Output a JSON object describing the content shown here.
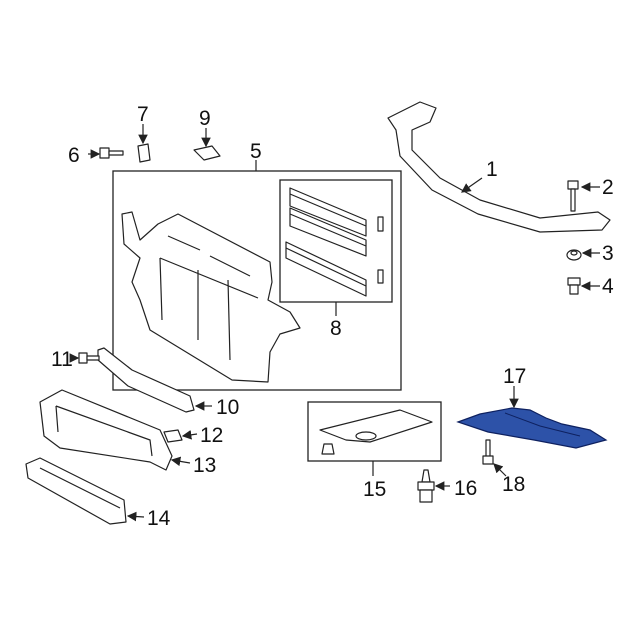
{
  "diagram": {
    "highlight_color": "#2d52a8",
    "callouts": [
      {
        "id": "1",
        "label": "1"
      },
      {
        "id": "2",
        "label": "2"
      },
      {
        "id": "3",
        "label": "3"
      },
      {
        "id": "4",
        "label": "4"
      },
      {
        "id": "5",
        "label": "5"
      },
      {
        "id": "6",
        "label": "6"
      },
      {
        "id": "7",
        "label": "7"
      },
      {
        "id": "8",
        "label": "8"
      },
      {
        "id": "9",
        "label": "9"
      },
      {
        "id": "10",
        "label": "10"
      },
      {
        "id": "11",
        "label": "11"
      },
      {
        "id": "12",
        "label": "12"
      },
      {
        "id": "13",
        "label": "13"
      },
      {
        "id": "14",
        "label": "14"
      },
      {
        "id": "15",
        "label": "15"
      },
      {
        "id": "16",
        "label": "16"
      },
      {
        "id": "17",
        "label": "17"
      },
      {
        "id": "18",
        "label": "18"
      }
    ]
  }
}
